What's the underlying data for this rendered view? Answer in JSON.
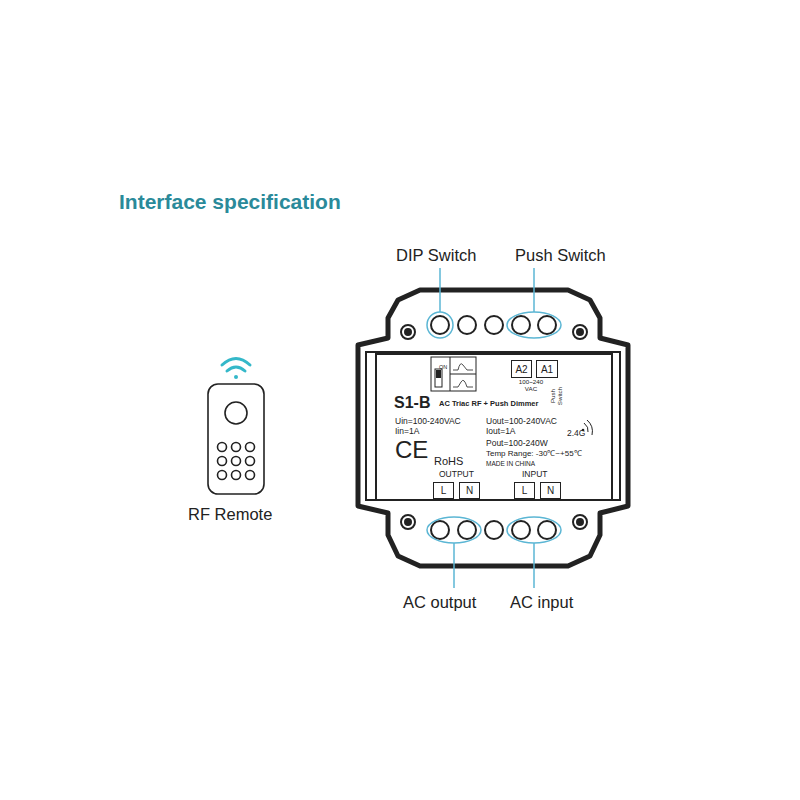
{
  "diagram": {
    "title": "Interface specification",
    "nodes": [
      {
        "text": [
          "ON",
          "S1-B",
          "AC Triac RF + Push Dimmer",
          "Uin=100-240VAC",
          "Iin=1A",
          "Uout=100-240VAC",
          "Iout=1A",
          "Pout=100-240W",
          "Temp Range: -30℃~+55℃",
          "MADE IN CHINA",
          "2.4G",
          "CE",
          "RoHS",
          "OUTPUT",
          "INPUT",
          "100~240 VAC",
          "Push Switch"
        ]
      },
      {
        "text": [
          "A2"
        ],
        "in": 0
      },
      {
        "text": [
          "A1"
        ],
        "in": 0
      },
      {
        "text": [
          "L"
        ],
        "in": 0
      },
      {
        "text": [
          "N"
        ],
        "in": 0
      },
      {
        "text": [
          "L"
        ],
        "in": 0
      },
      {
        "text": [
          "N"
        ],
        "in": 0
      }
    ],
    "labels": [
      "DIP Switch",
      "Push Switch",
      "AC output",
      "AC input",
      "RF Remote"
    ]
  }
}
